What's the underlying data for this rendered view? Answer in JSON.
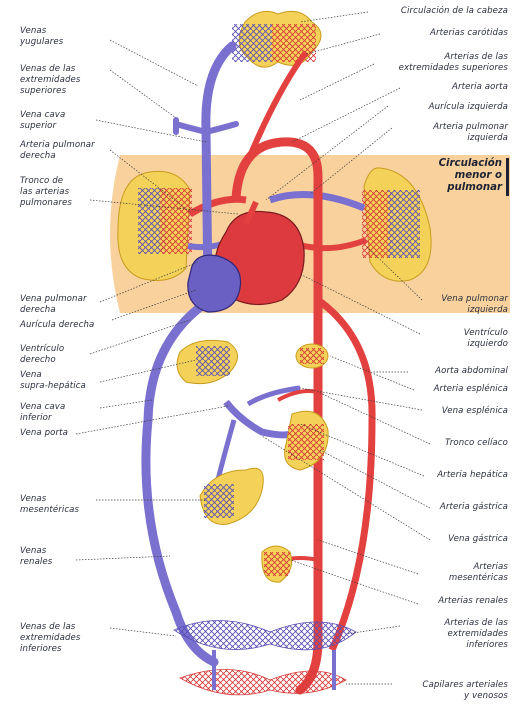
{
  "labels": {
    "venas_yugulares": [
      "Venas",
      "yugulares"
    ],
    "venas_extremidades_superiores": [
      "Venas de las",
      "extremidades",
      "superiores"
    ],
    "vena_cava_superior": [
      "Vena cava",
      "superior"
    ],
    "arteria_pulmonar_derecha": [
      "Arteria pulmonar",
      "derecha"
    ],
    "tronco_arterias_pulmonares": [
      "Tronco de",
      "las arterias",
      "pulmonares"
    ],
    "vena_pulmonar_derecha": [
      "Vena pulmonar",
      "derecha"
    ],
    "auricula_derecha": [
      "Aurícula derecha"
    ],
    "ventriculo_derecho": [
      "Ventrículo",
      "derecho"
    ],
    "vena_suprahepatica": [
      "Vena",
      "supra-hepática"
    ],
    "vena_cava_inferior": [
      "Vena cava",
      "inferior"
    ],
    "vena_porta": [
      "Vena porta"
    ],
    "venas_mesentericas": [
      "Venas",
      "mesentéricas"
    ],
    "venas_renales": [
      "Venas",
      "renales"
    ],
    "venas_extremidades_inferiores": [
      "Venas de las",
      "extremidades",
      "inferiores"
    ],
    "circulacion_cabeza": [
      "Circulación de la cabeza"
    ],
    "arterias_carotidas": [
      "Arterias carótidas"
    ],
    "arterias_extremidades_superiores": [
      "Arterias de las",
      "extremidades superiores"
    ],
    "arteria_aorta": [
      "Arteria aorta"
    ],
    "auricula_izquierda": [
      "Aurícula izquierda"
    ],
    "arteria_pulmonar_izquierda": [
      "Arteria pulmonar",
      "izquierda"
    ],
    "vena_pulmonar_izquierda": [
      "Vena pulmonar",
      "izquierda"
    ],
    "ventriculo_izquierdo": [
      "Ventrículo",
      "izquierdo"
    ],
    "aorta_abdominal": [
      "Aorta abdominal"
    ],
    "arteria_esplenica": [
      "Arteria esplénica"
    ],
    "vena_esplenica": [
      "Vena esplénica"
    ],
    "tronco_celiaco": [
      "Tronco celíaco"
    ],
    "arteria_hepatica": [
      "Arteria hepática"
    ],
    "arteria_gastrica": [
      "Arteria gástrica"
    ],
    "vena_gastrica": [
      "Vena gástrica"
    ],
    "arterias_mesentericas": [
      "Arterias",
      "mesentéricas"
    ],
    "arterias_renales": [
      "Arterias renales"
    ],
    "arterias_extremidades_inferiores": [
      "Arterias de las",
      "extremidades",
      "inferiores"
    ],
    "capilares": [
      "Capilares arteriales",
      "y venosos"
    ]
  },
  "band_title": [
    "Circulación",
    "menor o",
    "pulmonar"
  ],
  "colors": {
    "artery": "#e2413f",
    "vein": "#7a70cf",
    "vein_dark": "#5d54b6",
    "organ": "#f4d25a",
    "band": "#f7c98c",
    "heart_left": "#dc3a3e",
    "heart_right": "#6a5fc2"
  }
}
